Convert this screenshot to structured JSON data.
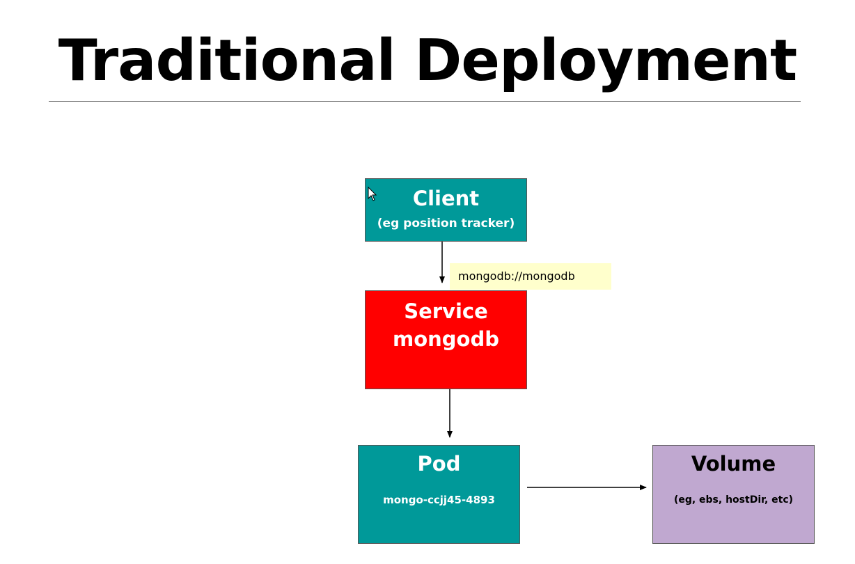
{
  "title": "Traditional Deployment",
  "colors": {
    "teal": "#009999",
    "red": "#ff0000",
    "purple": "#c0a8d0",
    "label_background": "#ffffcc",
    "edge": "#000000",
    "rule": "#6b6b6b"
  },
  "nodes": {
    "client": {
      "label": "Client",
      "sublabel": "(eg position tracker)"
    },
    "service": {
      "line1": "Service",
      "line2": "mongodb"
    },
    "pod": {
      "label": "Pod",
      "sublabel": "mongo-ccjj45-4893"
    },
    "volume": {
      "label": "Volume",
      "sublabel": "(eg, ebs, hostDir, etc)"
    }
  },
  "edges": [
    {
      "from": "client",
      "to": "service",
      "label": "mongodb://mongodb"
    },
    {
      "from": "service",
      "to": "pod",
      "label": ""
    },
    {
      "from": "pod",
      "to": "volume",
      "label": ""
    }
  ],
  "cursor_icon": "mouse-pointer-icon"
}
